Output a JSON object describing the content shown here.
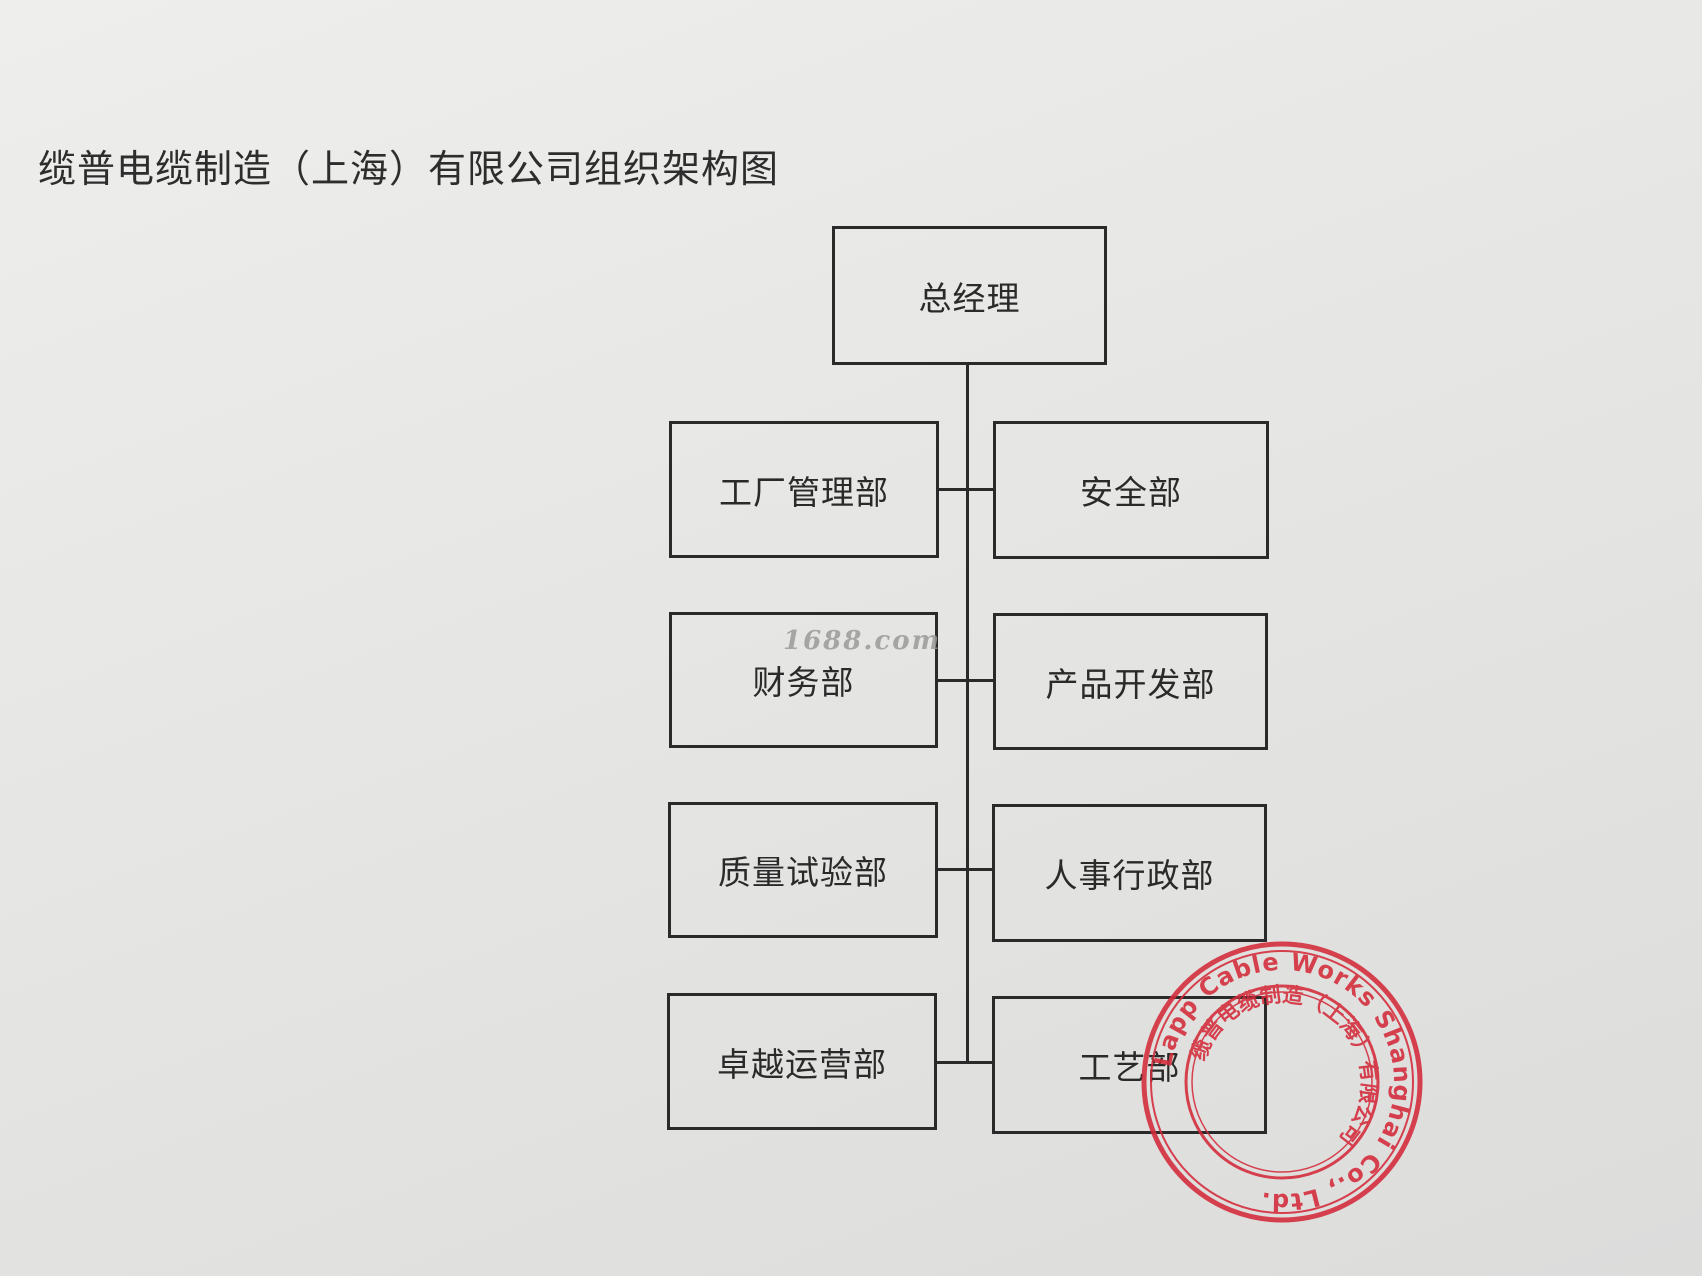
{
  "document": {
    "title": "缆普电缆制造（上海）有限公司组织架构图"
  },
  "org_chart": {
    "root": "总经理",
    "left_departments": [
      "工厂管理部",
      "财务部",
      "质量试验部",
      "卓越运营部"
    ],
    "right_departments": [
      "安全部",
      "产品开发部",
      "人事行政部",
      "工艺部"
    ]
  },
  "watermark": "1688.com",
  "seal": {
    "outer_text": "Lapp Cable Works Shanghai Co., Ltd.",
    "inner_text": "缆普电缆制造（上海）有限公司",
    "color": "#d42a3a"
  },
  "colors": {
    "line": "#2a2a2a",
    "text": "#2d2d2d"
  }
}
